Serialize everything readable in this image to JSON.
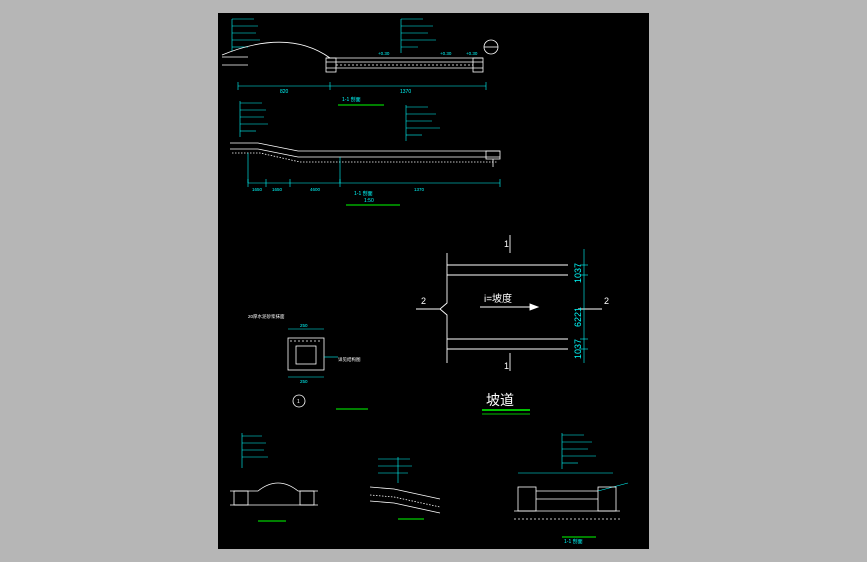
{
  "colors": {
    "background": "#b6b6b6",
    "sheet": "#000000",
    "line_white": "#ffffff",
    "dim_cyan": "#00ffff",
    "underline_green": "#00ff00"
  },
  "ramp_plan": {
    "title": "坡道",
    "slope_label": "i=坡度",
    "dim_top": "1037",
    "dim_mid": "6221",
    "dim_bottom": "1037",
    "section_mark_1_top": "1",
    "section_mark_1_bottom": "1",
    "section_mark_2_left": "2",
    "section_mark_2_right": "2"
  },
  "section_a": {
    "dims": [
      "820",
      "1370"
    ],
    "levels": [
      "+0.30",
      "+0.30",
      "+0.30"
    ],
    "caption": "1-1 剖面"
  },
  "section_b": {
    "dims": [
      "1650",
      "1650",
      "4600",
      "1370"
    ],
    "caption_1": "1-1 剖面",
    "caption_2": "1:50"
  },
  "detail_box": {
    "top_note": "20厚水泥砂浆抹面",
    "dim_top": "250",
    "dim_bottom": "250",
    "side_note": "详见结构图",
    "circle_no": "1"
  },
  "section_c": {
    "caption": "1-1 剖面"
  }
}
